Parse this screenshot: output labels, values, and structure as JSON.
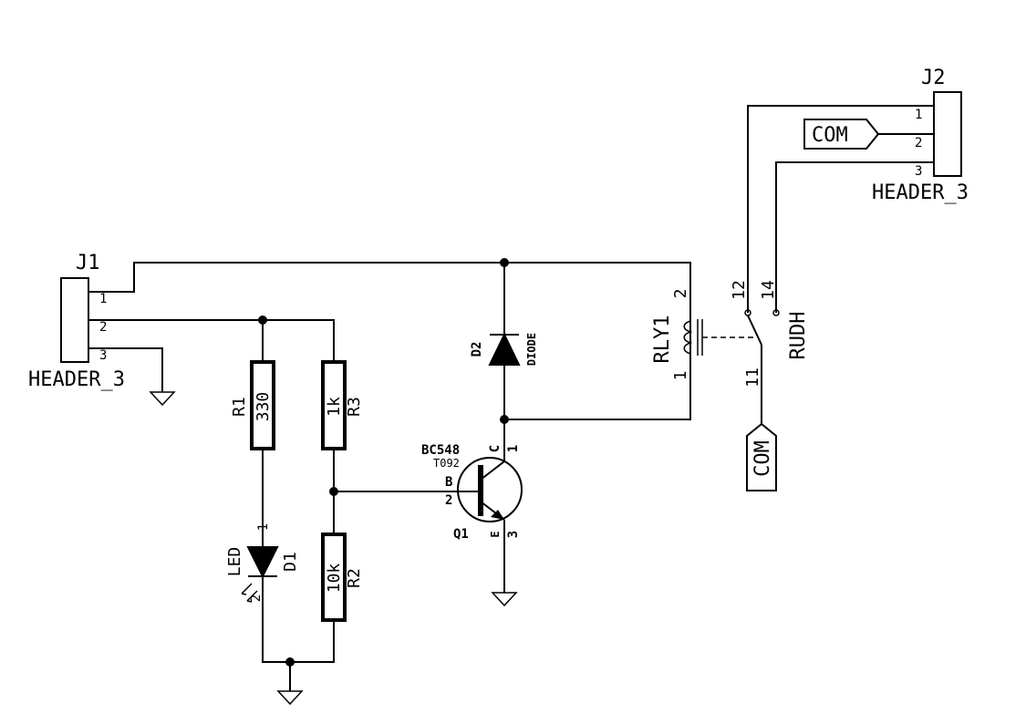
{
  "colors": {
    "ink": "#000000",
    "background": "#ffffff"
  },
  "J1": {
    "ref": "J1",
    "value": "HEADER_3",
    "pins": [
      "1",
      "2",
      "3"
    ]
  },
  "J2": {
    "ref": "J2",
    "value": "HEADER_3",
    "pins": [
      "1",
      "2",
      "3"
    ]
  },
  "R1": {
    "ref": "R1",
    "value": "330"
  },
  "R3": {
    "ref": "R3",
    "value": "1k"
  },
  "R2": {
    "ref": "R2",
    "value": "10k"
  },
  "D1": {
    "ref": "D1",
    "value": "LED",
    "pin1": "1",
    "pin2": "2"
  },
  "D2": {
    "ref": "D2",
    "value": "DIODE"
  },
  "Q1": {
    "ref": "Q1",
    "value": "BC548",
    "package": "T092",
    "pin_c": "C",
    "pin_c_num": "1",
    "pin_b": "B",
    "pin_b_num": "2",
    "pin_e": "E",
    "pin_e_num": "3"
  },
  "RLY1": {
    "ref": "RLY1",
    "value": "RUDH",
    "coil_pin1": "1",
    "coil_pin2": "2",
    "pin12": "12",
    "pin14": "14",
    "pin11": "11"
  },
  "labels": {
    "com_j2": "COM",
    "com_relay": "COM"
  }
}
